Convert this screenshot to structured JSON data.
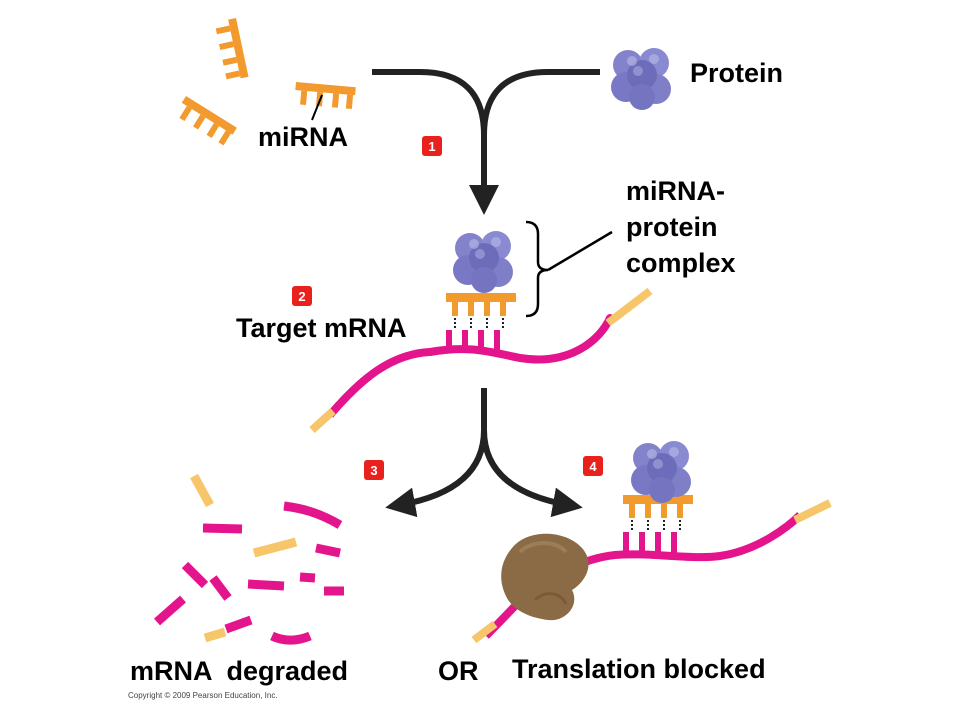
{
  "labels": {
    "protein": "Protein",
    "mirna": "miRNA",
    "complex_line1": "miRNA-",
    "complex_line2": "protein",
    "complex_line3": "complex",
    "target_mrna": "Target mRNA",
    "mrna_degraded": "mRNA  degraded",
    "or": "OR",
    "translation_blocked": "Translation blocked",
    "copyright": "Copyright © 2009 Pearson Education, Inc."
  },
  "steps": [
    "1",
    "2",
    "3",
    "4"
  ],
  "colors": {
    "mirna": "#F29A2E",
    "protein": "#7F7FC8",
    "protein_dark": "#5B5BA8",
    "mrna": "#E4148C",
    "mrna_cap": "#F7C66A",
    "ribosome": "#8B6B45",
    "step_badge": "#E8211D",
    "arrow": "#222222"
  }
}
